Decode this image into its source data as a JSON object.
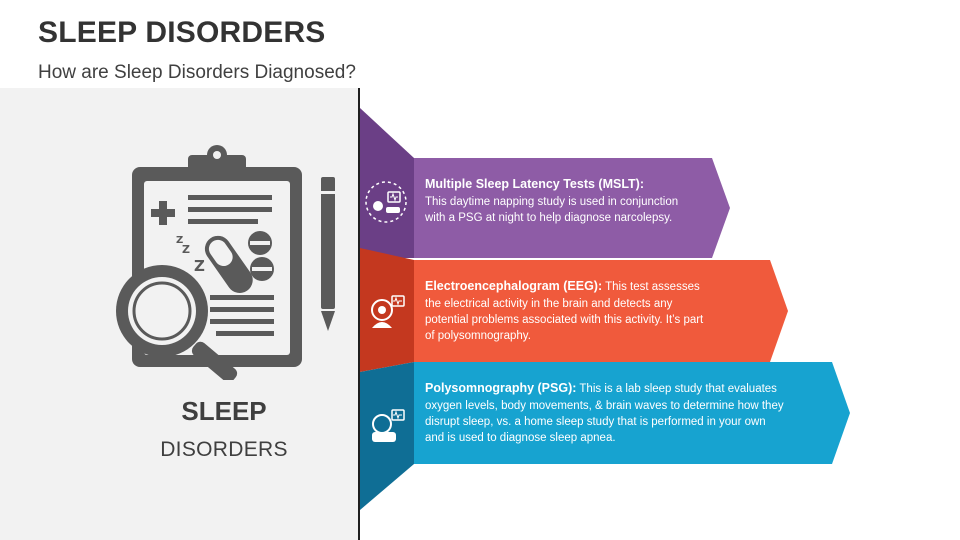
{
  "header": {
    "title": "SLEEP DISORDERS",
    "subtitle": "How are Sleep Disorders Diagnosed?"
  },
  "left": {
    "title_line1": "SLEEP",
    "title_line2": "DISORDERS",
    "illustration_icon": "clipboard-with-magnifier-pills-pencil"
  },
  "colors": {
    "purple": "#8e5ca6",
    "purple_dark": "#6b3f86",
    "orange": "#f05a3c",
    "orange_dark": "#c4381f",
    "blue": "#17a3d0",
    "blue_dark": "#0f6e95",
    "icon_gray": "#5a5a5a"
  },
  "items": [
    {
      "heading": "Multiple Sleep Latency Tests (MSLT):",
      "body": "This daytime napping study is used in conjunction with a PSG at night to help diagnose narcolepsy.",
      "icon": "nap-study-icon"
    },
    {
      "heading": "Electroencephalogram (EEG):",
      "body": "This test assesses the electrical activity in the brain and detects any potential problems associated with this activity. It’s part of polysomnography.",
      "icon": "eeg-head-icon"
    },
    {
      "heading": "Polysomnography (PSG):",
      "body": "This is a lab sleep study that evaluates oxygen levels, body movements, & brain waves to determine how they disrupt sleep, vs. a home sleep study that is performed in your own and is used to diagnose sleep apnea.",
      "icon": "sleep-lab-icon"
    }
  ]
}
